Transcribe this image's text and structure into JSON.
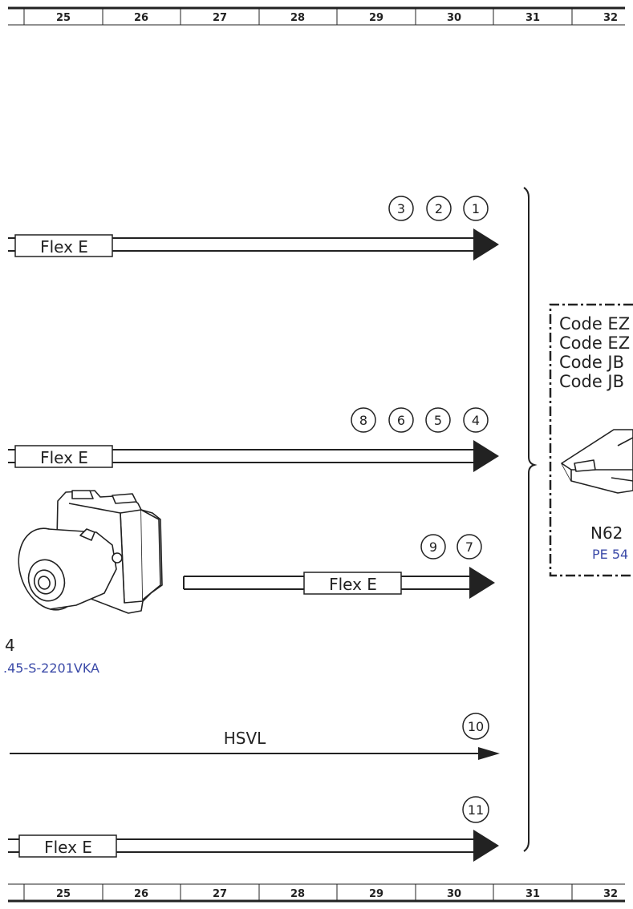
{
  "grid": {
    "columns": [
      "25",
      "26",
      "27",
      "28",
      "29",
      "30",
      "31",
      "32"
    ]
  },
  "buses": {
    "flex_e_1": {
      "label": "Flex E",
      "nodes": [
        "3",
        "2",
        "1"
      ]
    },
    "flex_e_2": {
      "label": "Flex E",
      "nodes": [
        "8",
        "6",
        "5",
        "4"
      ]
    },
    "flex_e_3": {
      "label": "Flex E",
      "nodes": [
        "9",
        "7"
      ]
    },
    "hsvl": {
      "label": "HSVL",
      "nodes": [
        "10"
      ]
    },
    "flex_e_4": {
      "label": "Flex E",
      "nodes": [
        "11"
      ]
    }
  },
  "component_left": {
    "id": "4",
    "part_number": ".45-S-2201VKA"
  },
  "component_right": {
    "codes": [
      "Code EZ",
      "Code EZ",
      "Code JB",
      "Code JB"
    ],
    "id": "N62",
    "part_number": "PE 54"
  },
  "colors": {
    "line": "#222222",
    "part_number": "#3b4aa8"
  }
}
